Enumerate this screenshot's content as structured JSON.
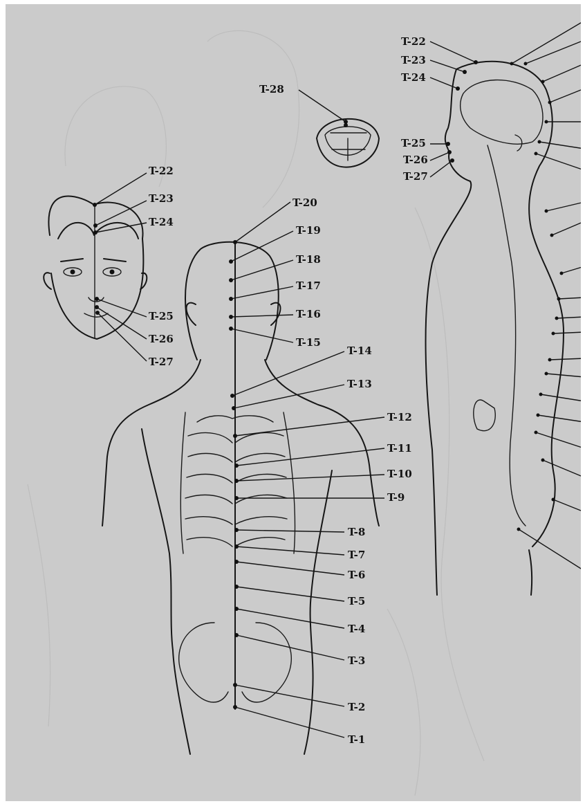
{
  "figures": {
    "face": {
      "labels": [
        "T-22",
        "T-23",
        "T-24",
        "T-25",
        "T-26",
        "T-27"
      ]
    },
    "mouth": {
      "labels": [
        "T-28"
      ]
    },
    "back": {
      "labels": [
        "T-20",
        "T-19",
        "T-18",
        "T-17",
        "T-16",
        "T-15",
        "T-14",
        "T-13",
        "T-12",
        "T-11",
        "T-10",
        "T-9",
        "T-8",
        "T-7",
        "T-6",
        "T-5",
        "T-4",
        "T-3",
        "T-2",
        "T-1"
      ]
    },
    "side": {
      "labels": [
        "T-22",
        "T-23",
        "T-24",
        "T-25",
        "T-26",
        "T-27"
      ]
    }
  },
  "colors": {
    "paper": "#cbcbcb",
    "ink": "#161616",
    "frame": "#ffffff"
  }
}
